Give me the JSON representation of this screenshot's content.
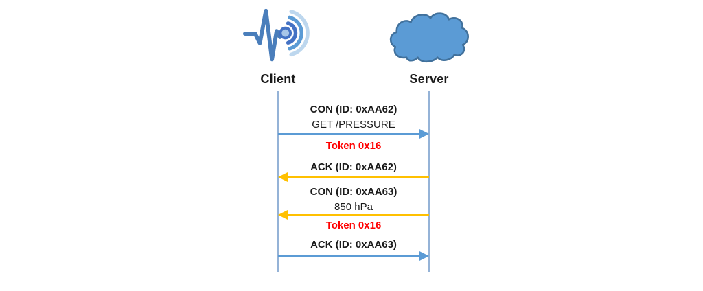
{
  "diagram": {
    "title_hint": "CoAP request-response sequence diagram",
    "actors": [
      {
        "label": "Client",
        "icon": "pulse-signal-icon"
      },
      {
        "label": "Server",
        "icon": "cloud-icon"
      }
    ],
    "messages": [
      {
        "title": "CON (ID: 0xAA62)",
        "subtitle": "GET /PRESSURE",
        "token": "Token 0x16",
        "direction": "client-to-server",
        "arrow_color": "#5B9BD5"
      },
      {
        "title": "ACK (ID: 0xAA62)",
        "direction": "server-to-client",
        "arrow_color": "#FFC000"
      },
      {
        "title": "CON (ID: 0xAA63)",
        "subtitle": "850 hPa",
        "token": "Token 0x16",
        "direction": "server-to-client",
        "arrow_color": "#FFC000"
      },
      {
        "title": "ACK (ID: 0xAA63)",
        "direction": "client-to-server",
        "arrow_color": "#5B9BD5"
      }
    ],
    "colors": {
      "client_arrow": "#5B9BD5",
      "server_arrow": "#FFC000",
      "token_text": "#FF0000",
      "lifeline": "#95B3D7",
      "cloud_fill": "#5B9BD5",
      "cloud_stroke": "#41719C",
      "pulse_line": "#4A7EBB",
      "text": "#1A1A1A",
      "background": "#FFFFFF"
    }
  }
}
